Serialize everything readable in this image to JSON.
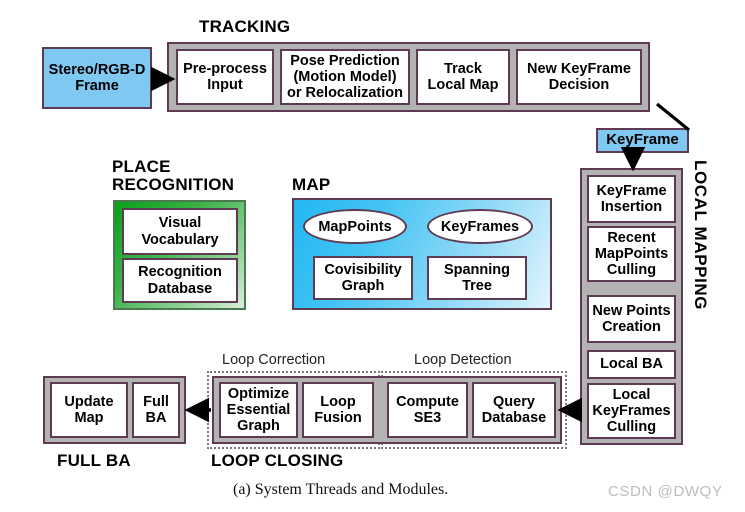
{
  "figure": {
    "caption": "(a) System Threads and Modules.",
    "watermark": "CSDN @DWQY"
  },
  "colors": {
    "data_block_blue": "#7ec8f2",
    "module_gray": "#b3b3b3",
    "border_purple": "#5e3b52",
    "place_recognition_green": "#08a11a",
    "map_cyan": "#22b8f2",
    "dotted_gray": "#7a7a7a",
    "watermark_gray": "#bdbdbd"
  },
  "tracking": {
    "title": "TRACKING",
    "input": "Stereo/RGB-D\nFrame",
    "steps": [
      "Pre-process\nInput",
      "Pose Prediction\n(Motion Model)\nor Relocalization",
      "Track\nLocal Map",
      "New KeyFrame\nDecision"
    ]
  },
  "keyframe": {
    "label": "KeyFrame"
  },
  "local_mapping": {
    "title": "LOCAL MAPPING",
    "steps": [
      "KeyFrame\nInsertion",
      "Recent\nMapPoints\nCulling",
      "New Points\nCreation",
      "Local BA",
      "Local\nKeyFrames\nCulling"
    ]
  },
  "place_recognition": {
    "title": "PLACE\nRECOGNITION",
    "items": [
      "Visual\nVocabulary",
      "Recognition\nDatabase"
    ]
  },
  "map": {
    "title": "MAP",
    "ellipses": [
      "MapPoints",
      "KeyFrames"
    ],
    "boxes": [
      "Covisibility\nGraph",
      "Spanning\nTree"
    ]
  },
  "loop_closing": {
    "title": "LOOP CLOSING",
    "correction_label": "Loop Correction",
    "detection_label": "Loop Detection",
    "correction_steps": [
      "Optimize\nEssential\nGraph",
      "Loop\nFusion"
    ],
    "detection_steps": [
      "Compute\nSE3",
      "Query\nDatabase"
    ]
  },
  "full_ba": {
    "title": "FULL BA",
    "steps": [
      "Update\nMap",
      "Full\nBA"
    ]
  }
}
